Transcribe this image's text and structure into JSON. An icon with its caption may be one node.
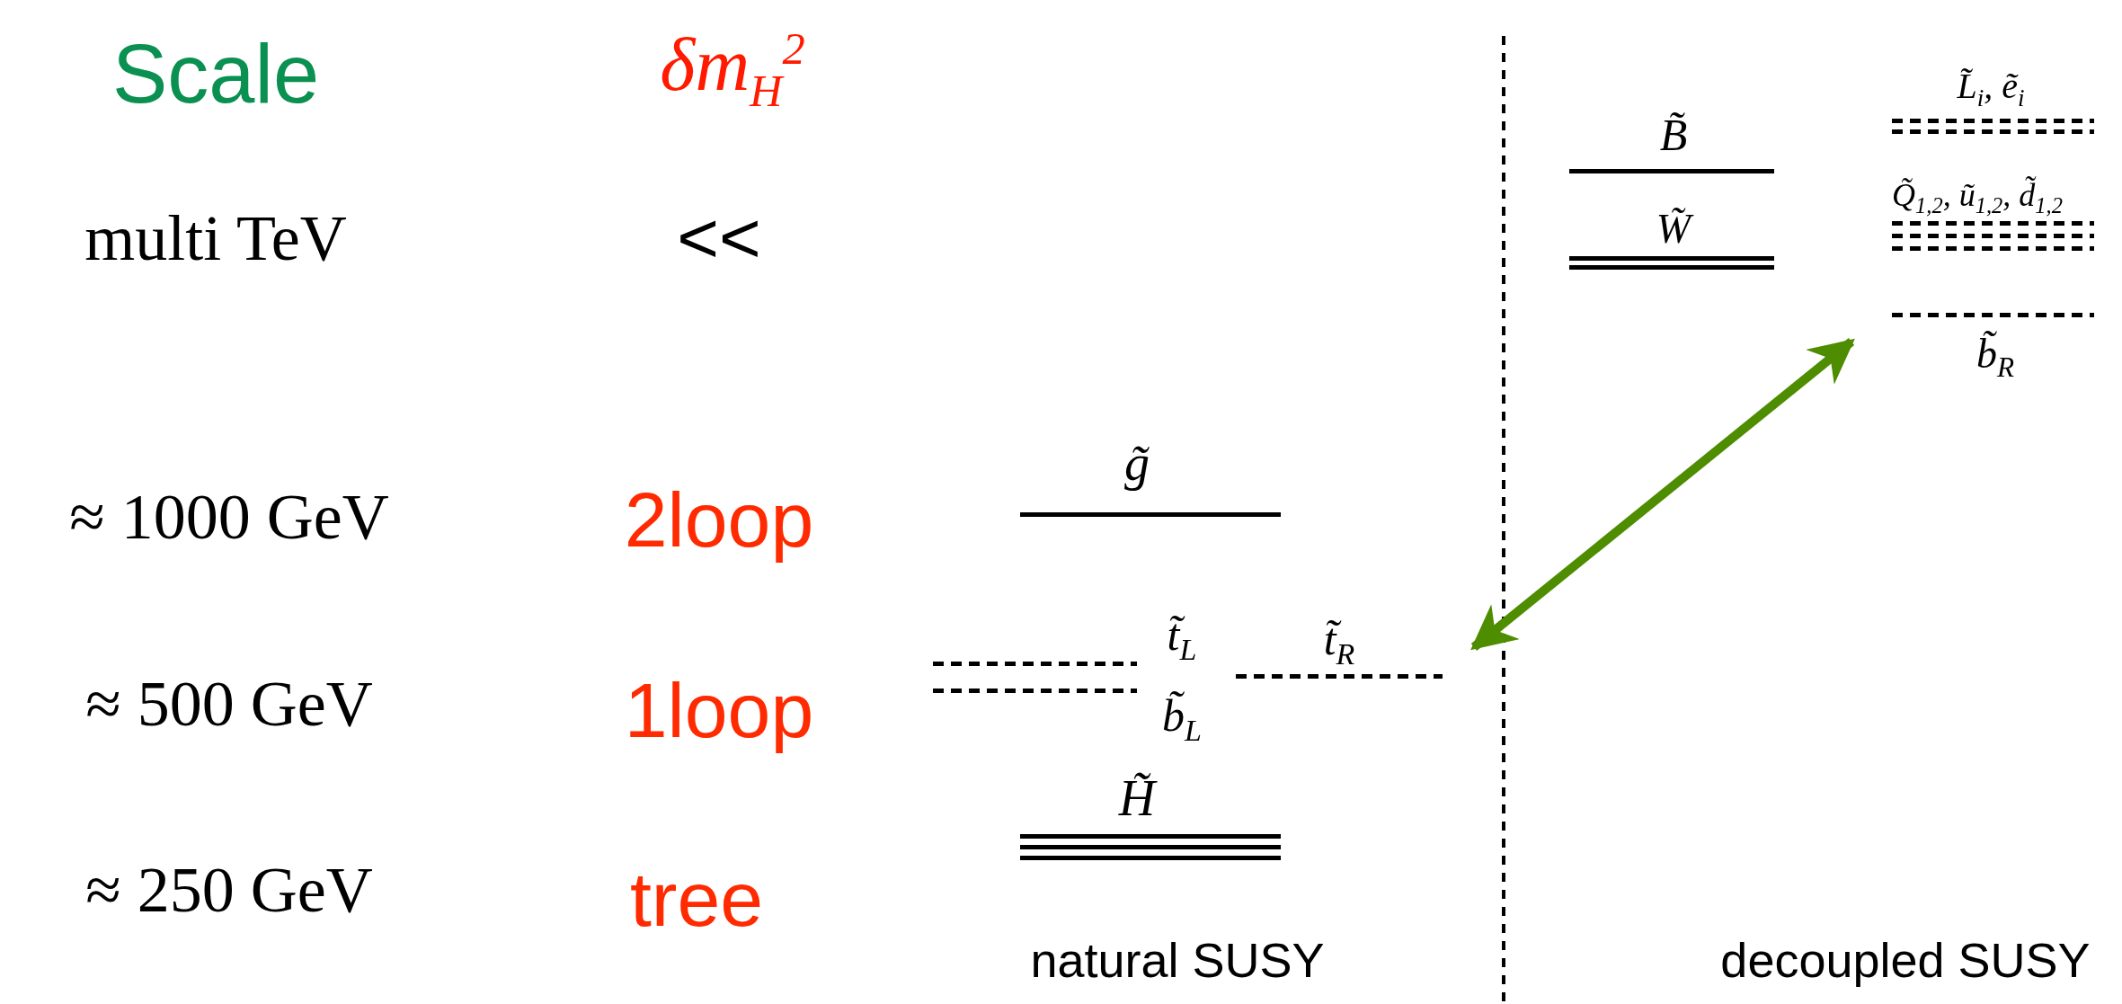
{
  "diagram": {
    "nodes": [
      {
        "text": [
          "g̃"
        ]
      },
      {
        "text": [
          "t̃$_{L}$"
        ]
      },
      {
        "text": [
          "b̃$_{L}$"
        ]
      },
      {
        "text": [
          "t̃$_{R}$"
        ]
      },
      {
        "text": [
          "H̃"
        ]
      },
      {
        "text": [
          "B̃"
        ]
      },
      {
        "text": [
          "W̃"
        ]
      },
      {
        "text": [
          "L̃$_{i}$, ẽ$_{i}$"
        ]
      },
      {
        "text": [
          "Q̃$_{1,2}$, ũ$_{1,2}$, d̃$_{1,2}$"
        ]
      },
      {
        "text": [
          "b̃$_{R}$"
        ]
      }
    ],
    "edges": [
      {
        "from": 3,
        "to": 9,
        "arrow": "both",
        "color": "#4e8c00"
      }
    ],
    "labels": [
      "Scale",
      "δm$_{H}$$^{2}$",
      "multi TeV",
      "<<",
      "≈ 1000 GeV",
      "2loop",
      "≈ 500 GeV",
      "1loop",
      "≈ 250 GeV",
      "tree",
      "natural SUSY",
      "decoupled SUSY"
    ]
  }
}
